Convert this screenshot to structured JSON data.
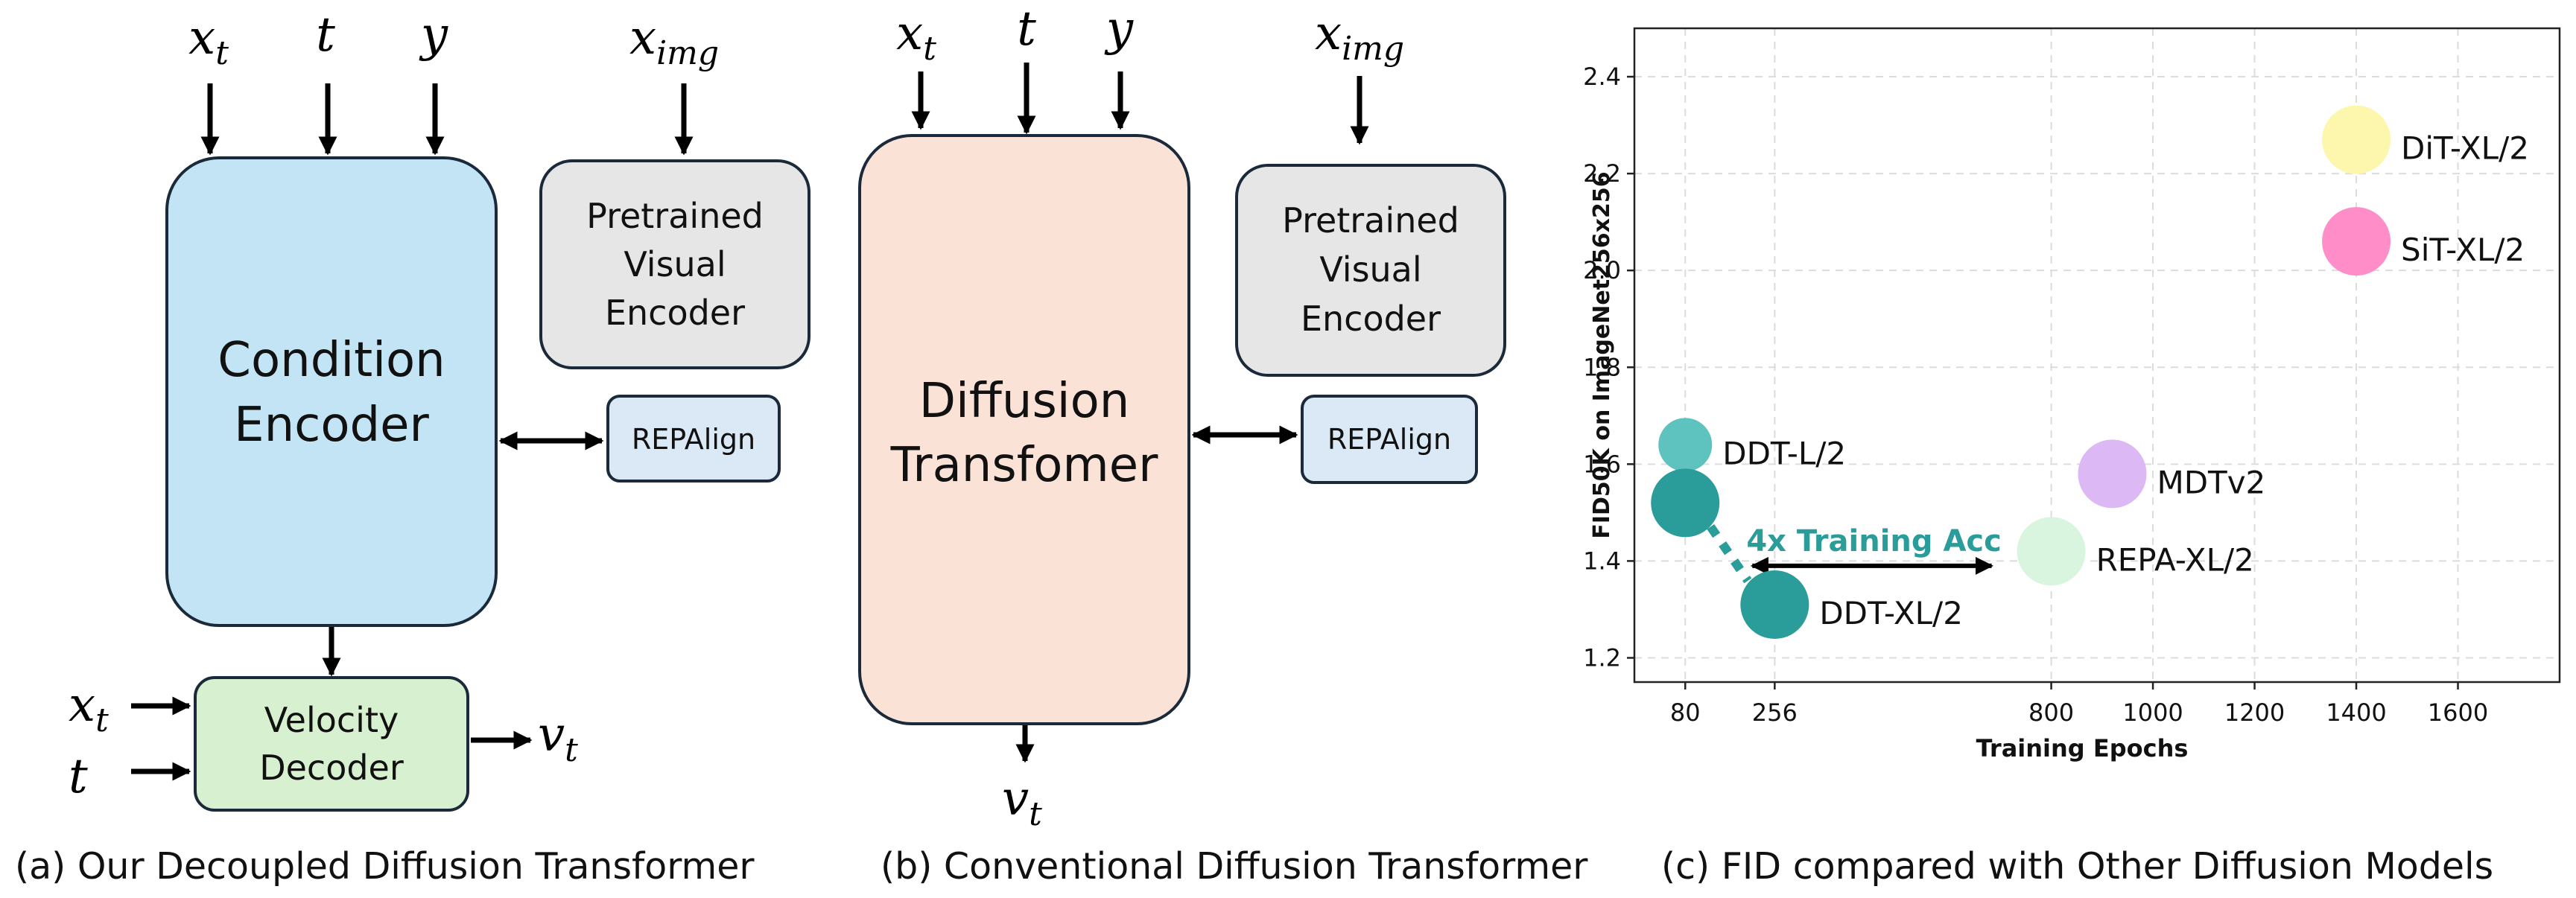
{
  "panel_a": {
    "inputs": {
      "x": "x",
      "x_sub": "t",
      "t": "t",
      "y": "y",
      "ximg": "x",
      "ximg_sub": "img"
    },
    "condition_encoder": [
      "Condition",
      "Encoder"
    ],
    "pretrained_encoder": [
      "Pretrained",
      "Visual",
      "Encoder"
    ],
    "repalign": "REPAlign",
    "velocity_decoder": [
      "Velocity",
      "Decoder"
    ],
    "decoder_inputs": {
      "x": "x",
      "x_sub": "t",
      "t": "t"
    },
    "output": {
      "v": "v",
      "v_sub": "t"
    },
    "caption": "(a) Our Decoupled Diffusion Transformer"
  },
  "panel_b": {
    "inputs": {
      "x": "x",
      "x_sub": "t",
      "t": "t",
      "y": "y",
      "ximg": "x",
      "ximg_sub": "img"
    },
    "diffusion_transformer": [
      "Diffusion",
      "Transfomer"
    ],
    "pretrained_encoder": [
      "Pretrained",
      "Visual",
      "Encoder"
    ],
    "repalign": "REPAlign",
    "output": {
      "v": "v",
      "v_sub": "t"
    },
    "caption": "(b) Conventional Diffusion Transformer"
  },
  "panel_c": {
    "caption": "(c) FID compared with Other Diffusion Models",
    "annotation": "4x Training Acc",
    "colors": {
      "accent": "#2a9d9a"
    }
  },
  "chart_data": {
    "type": "scatter",
    "xlabel": "Training Epochs",
    "ylabel": "FID50K on ImageNet256x256",
    "xlim": [
      -20,
      1800
    ],
    "ylim": [
      1.15,
      2.5
    ],
    "xticks": [
      80,
      256,
      800,
      1000,
      1200,
      1400,
      1600
    ],
    "yticks": [
      1.2,
      1.4,
      1.6,
      1.8,
      2.0,
      2.2,
      2.4
    ],
    "ytick_labels": [
      "1.2",
      "1.4",
      "1.6",
      "1.8",
      "2.0",
      "2.2",
      "2.4"
    ],
    "grid": true,
    "points": [
      {
        "label": "DiT-XL/2",
        "x": 1400,
        "y": 2.27,
        "color": "#fdf7ae",
        "size": "large"
      },
      {
        "label": "SiT-XL/2",
        "x": 1400,
        "y": 2.06,
        "color": "#ff8ec8",
        "size": "large"
      },
      {
        "label": "DDT-L/2",
        "x": 80,
        "y": 1.64,
        "color": "#5ec2be",
        "size": "small"
      },
      {
        "label": "",
        "x": 80,
        "y": 1.52,
        "color": "#2a9d9a",
        "size": "large"
      },
      {
        "label": "MDTv2",
        "x": 920,
        "y": 1.58,
        "color": "#dcb8f4",
        "size": "large"
      },
      {
        "label": "REPA-XL/2",
        "x": 800,
        "y": 1.42,
        "color": "#d9f5df",
        "size": "large"
      },
      {
        "label": "DDT-XL/2",
        "x": 256,
        "y": 1.31,
        "color": "#2a9d9a",
        "size": "large"
      }
    ]
  }
}
